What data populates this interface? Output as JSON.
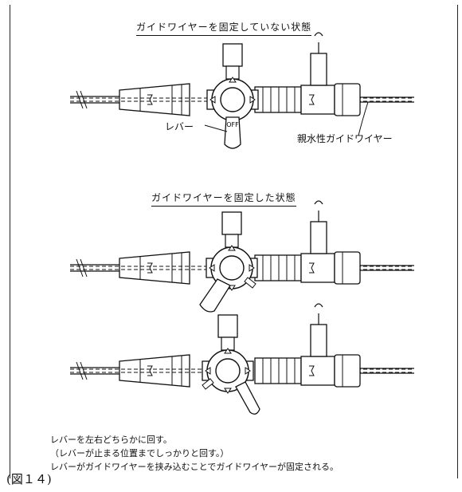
{
  "section_unlocked": {
    "title": "ガイドワイヤーを固定していない状態"
  },
  "section_locked": {
    "title": "ガイドワイヤーを固定した状態"
  },
  "callouts": {
    "lever": "レバー",
    "guidewire": "親水性ガイドワイヤー"
  },
  "lever_text": "OFF",
  "notes": [
    "レバーを左右どちらかに回す。",
    "（レバーが止まる位置までしっかりと回す。）",
    "レバーがガイドワイヤーを挟み込むことでガイドワイヤーが固定される。"
  ],
  "caption": "(図１４)"
}
